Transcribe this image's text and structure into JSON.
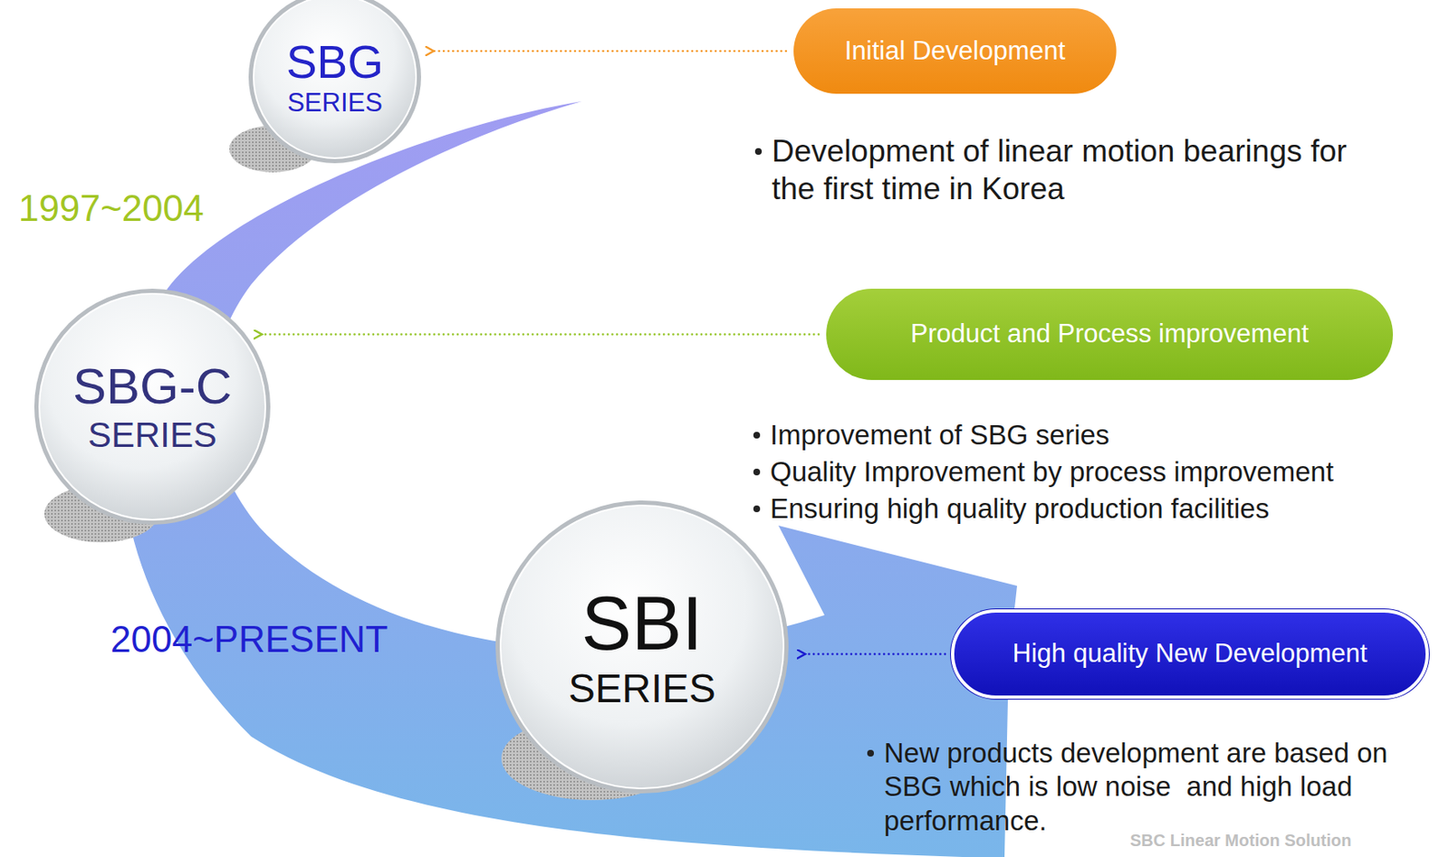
{
  "diagram": {
    "nodes": [
      {
        "text": [
          "SBG",
          "SERIES"
        ]
      },
      {
        "text": [
          "SBG-C",
          "SERIES"
        ]
      },
      {
        "text": [
          "SBI",
          "SERIES"
        ]
      },
      {
        "text": [
          "Initial Development"
        ]
      },
      {
        "text": [
          "Product and Process improvement"
        ]
      },
      {
        "text": [
          "High quality New Development"
        ]
      }
    ],
    "edges": [
      {
        "from": 3,
        "to": 0,
        "arrow": "to"
      },
      {
        "from": 4,
        "to": 1,
        "arrow": "to"
      },
      {
        "from": 5,
        "to": 2,
        "arrow": "to"
      }
    ],
    "labels": [
      "1997~2004",
      "Development of linear motion bearings for the first time in Korea",
      "Improvement of SBG series",
      "Quality Improvement by process improvement",
      "Ensuring high quality production facilities",
      "2004~PRESENT",
      "New products development are based on SBG which is low noise  and high load performance.",
      "SBC Linear Motion Solution"
    ]
  }
}
